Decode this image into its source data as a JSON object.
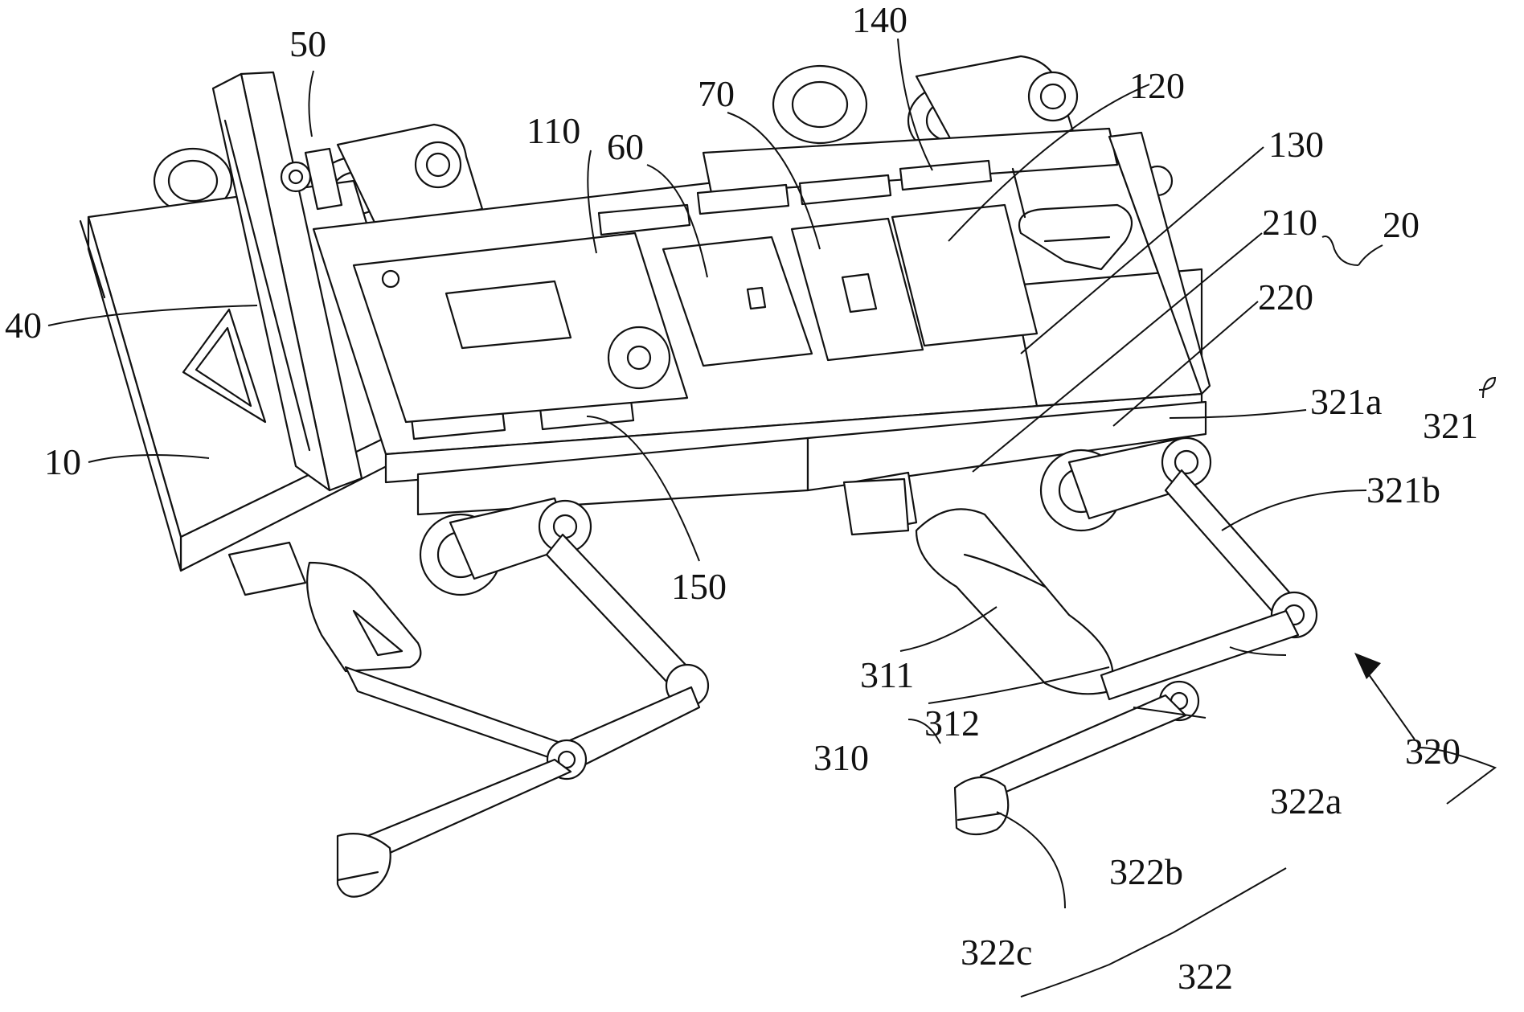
{
  "figure": {
    "labels": [
      {
        "id": "l-50",
        "text": "50"
      },
      {
        "id": "l-40",
        "text": "40"
      },
      {
        "id": "l-10",
        "text": "10"
      },
      {
        "id": "l-110",
        "text": "110"
      },
      {
        "id": "l-60",
        "text": "60"
      },
      {
        "id": "l-70",
        "text": "70"
      },
      {
        "id": "l-140",
        "text": "140"
      },
      {
        "id": "l-120",
        "text": "120"
      },
      {
        "id": "l-130",
        "text": "130"
      },
      {
        "id": "l-210",
        "text": "210"
      },
      {
        "id": "l-20",
        "text": "20"
      },
      {
        "id": "l-220",
        "text": "220"
      },
      {
        "id": "l-321a",
        "text": "321a"
      },
      {
        "id": "l-321",
        "text": "321"
      },
      {
        "id": "l-321b",
        "text": "321b"
      },
      {
        "id": "l-150",
        "text": "150"
      },
      {
        "id": "l-311",
        "text": "311"
      },
      {
        "id": "l-312",
        "text": "312"
      },
      {
        "id": "l-310",
        "text": "310"
      },
      {
        "id": "l-320",
        "text": "320"
      },
      {
        "id": "l-322a",
        "text": "322a"
      },
      {
        "id": "l-322b",
        "text": "322b"
      },
      {
        "id": "l-322c",
        "text": "322c"
      },
      {
        "id": "l-322",
        "text": "322"
      }
    ]
  }
}
